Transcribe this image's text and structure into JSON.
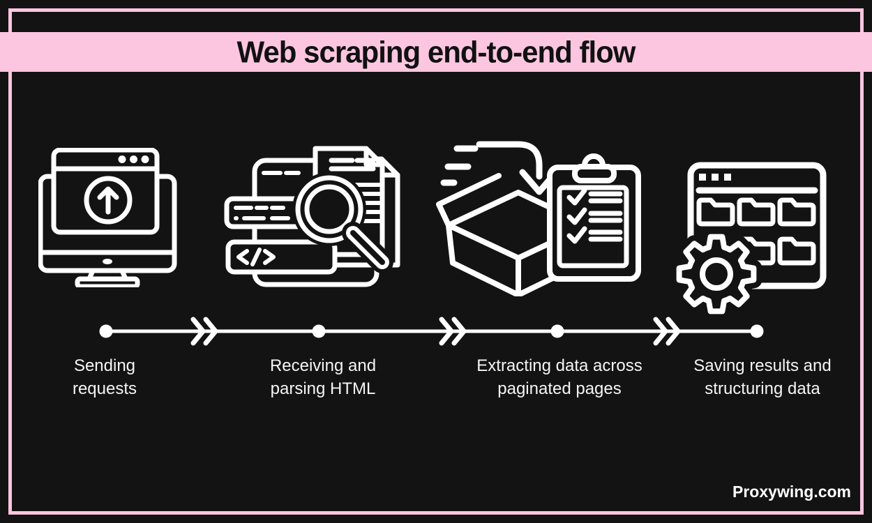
{
  "title": "Web scraping end-to-end flow",
  "steps": [
    {
      "label": "Sending requests",
      "icon": "monitor-upload-icon"
    },
    {
      "label": "Receiving and parsing HTML",
      "icon": "document-magnifier-code-icon"
    },
    {
      "label": "Extracting data across paginated pages",
      "icon": "box-clipboard-checklist-icon"
    },
    {
      "label": "Saving results and structuring data",
      "icon": "folders-window-gear-icon"
    }
  ],
  "timeline": {
    "dot_count": 4,
    "arrow_icon": "double-chevron-right-icon"
  },
  "footer": {
    "brand": "Proxywing.com"
  },
  "colors": {
    "background": "#131313",
    "accent_pink": "#fcc6e0",
    "foreground": "#ffffff",
    "title_text": "#111111"
  }
}
